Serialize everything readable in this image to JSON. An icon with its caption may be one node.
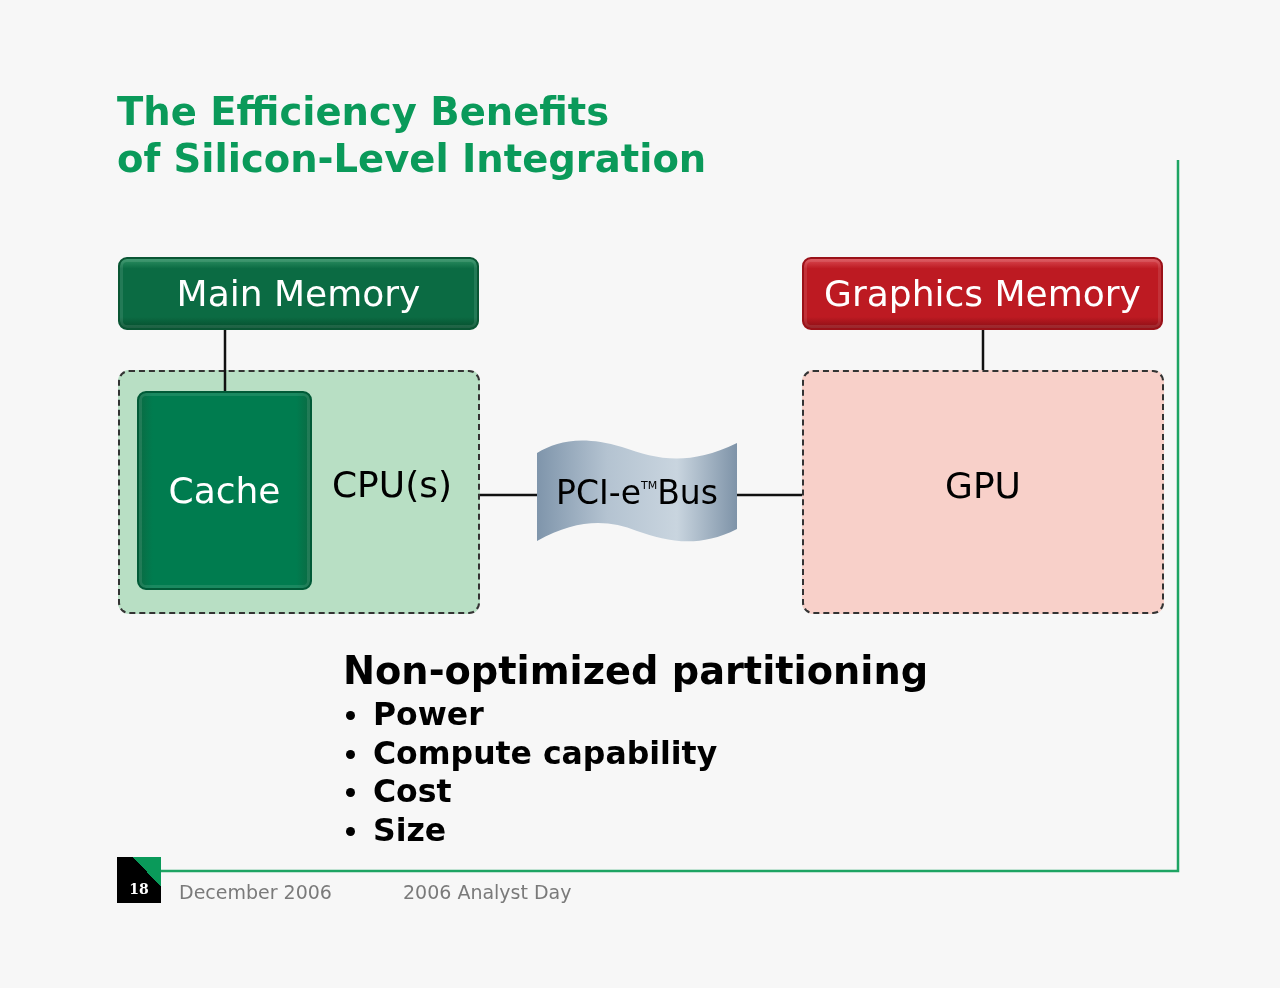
{
  "diagram": {
    "title": "The Efficiency Benefits of Silicon-Level Integration",
    "nodes": [
      {
        "text": [
          "Main Memory"
        ]
      },
      {
        "text": [
          "CPU(s)"
        ]
      },
      {
        "text": [
          "Cache"
        ],
        "in": 1
      },
      {
        "text": [
          "PCI-e$^{TM}$Bus"
        ]
      },
      {
        "text": [
          "GPU"
        ]
      },
      {
        "text": [
          "Graphics Memory"
        ]
      }
    ],
    "edges": [
      {
        "from": 0,
        "to": 2,
        "arrow": "none"
      },
      {
        "from": 1,
        "to": 3,
        "arrow": "none"
      },
      {
        "from": 3,
        "to": 4,
        "arrow": "none"
      },
      {
        "from": 5,
        "to": 4,
        "arrow": "none"
      }
    ],
    "labels": [
      "Non-optimized partitioning",
      "Power",
      "Compute capability",
      "Cost",
      "Size",
      "18",
      "December 2006",
      "2006 Analyst Day"
    ]
  }
}
